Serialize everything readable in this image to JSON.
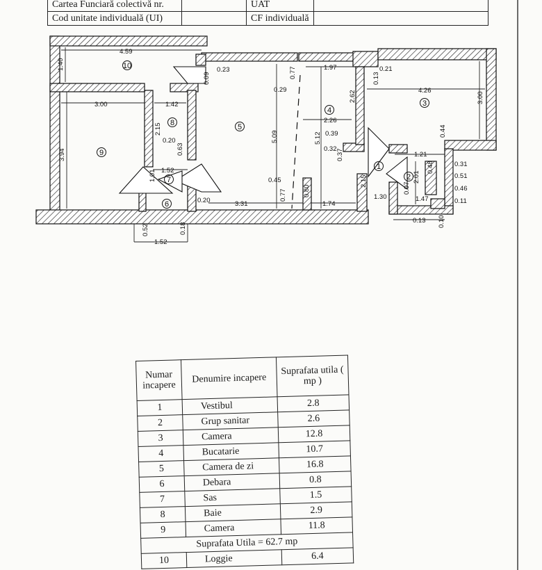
{
  "header": {
    "row1": {
      "label": "Cartea Funciară colectivă nr.",
      "right_label": "UAT"
    },
    "row2": {
      "label": "Cod unitate individuală (UI)",
      "right_label": "CF individuală"
    }
  },
  "plan": {
    "room_labels": [
      "1",
      "2",
      "3",
      "4",
      "5",
      "6",
      "7",
      "8",
      "9",
      "10"
    ],
    "dimensions": [
      "4.59",
      "1.40",
      "0.23",
      "0.09",
      "0.77",
      "1.97",
      "0.13",
      "0.21",
      "3.00",
      "1.42",
      "2.15",
      "0.20",
      "0.63",
      "3.94",
      "1.52",
      "1.01",
      "0.29",
      "5.09",
      "2.26",
      "5.12",
      "2.62",
      "0.39",
      "0.32",
      "0.37",
      "4.26",
      "3.00",
      "0.44",
      "1.21",
      "0.31",
      "0.48",
      "0.51",
      "2.01",
      "0.46",
      "0.07",
      "1.47",
      "0.11",
      "2.15",
      "1.30",
      "0.13",
      "0.10",
      "0.45",
      "0.80",
      "0.77",
      "0.20",
      "3.31",
      "1.74",
      "0.52",
      "0.18",
      "1.52"
    ]
  },
  "areas": {
    "headers": {
      "num": "Numar incapere",
      "name": "Denumire incapere",
      "area": "Suprafata utila ( mp )"
    },
    "rows": [
      {
        "num": "1",
        "name": "Vestibul",
        "area": "2.8"
      },
      {
        "num": "2",
        "name": "Grup sanitar",
        "area": "2.6"
      },
      {
        "num": "3",
        "name": "Camera",
        "area": "12.8"
      },
      {
        "num": "4",
        "name": "Bucatarie",
        "area": "10.7"
      },
      {
        "num": "5",
        "name": "Camera de zi",
        "area": "16.8"
      },
      {
        "num": "6",
        "name": "Debara",
        "area": "0.8"
      },
      {
        "num": "7",
        "name": "Sas",
        "area": "1.5"
      },
      {
        "num": "8",
        "name": "Baie",
        "area": "2.9"
      },
      {
        "num": "9",
        "name": "Camera",
        "area": "11.8"
      }
    ],
    "total": "Suprafata Utila = 62.7 mp",
    "extra": {
      "num": "10",
      "name": "Loggie",
      "area": "6.4"
    }
  }
}
